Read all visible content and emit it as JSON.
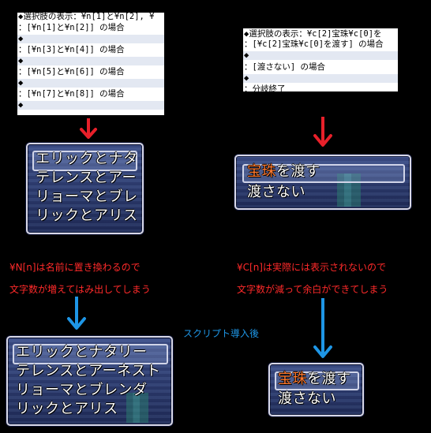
{
  "code_left": {
    "lines": [
      "◆選択肢の表示：¥n[1]と¥n[2], ¥",
      "：[¥n[1]と¥n[2]] の場合",
      "   ◆",
      "：[¥n[3]と¥n[4]] の場合",
      "   ◆",
      "：[¥n[5]と¥n[6]] の場合",
      "   ◆",
      "：[¥n[7]と¥n[8]] の場合",
      "   ◆"
    ]
  },
  "code_right": {
    "lines": [
      "◆選択肢の表示：¥c[2]宝珠¥c[0]を",
      "：[¥c[2]宝珠¥c[0]を渡す] の場合",
      "   ◆",
      "：[渡さない] の場合",
      "   ◆",
      "：分岐終了"
    ]
  },
  "window_before_left": {
    "options": [
      "エリックとナタ",
      "テレンスとアー",
      "リョーマとブレ",
      "リックとアリス"
    ]
  },
  "window_before_right": {
    "option1_highlight": "宝珠",
    "option1_rest": "を渡す",
    "option2": "渡さない"
  },
  "notes": {
    "left_line1": "¥N[n]は名前に置き換わるので",
    "left_line2": "文字数が増えてはみ出してしまう",
    "right_line1": "¥C[n]は実際には表示されないので",
    "right_line2": "文字数が減って余白ができてしまう",
    "center": "スクリプト導入後"
  },
  "window_after_left": {
    "options": [
      "エリックとナタリー",
      "テレンスとアーネスト",
      "リョーマとブレンダ",
      "リックとアリス"
    ]
  },
  "window_after_right": {
    "option1_highlight": "宝珠",
    "option1_rest": "を渡す",
    "option2": "渡さない"
  },
  "colors": {
    "arrow_red": "#e8202a",
    "arrow_blue": "#1e96e6",
    "highlight_text": "#ff7a30"
  }
}
